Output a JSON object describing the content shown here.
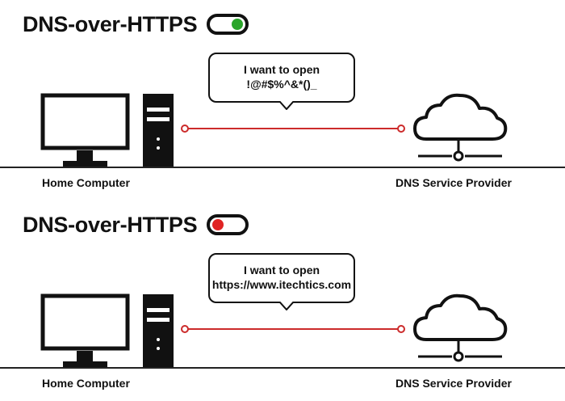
{
  "panels": [
    {
      "title": "DNS-over-HTTPS",
      "toggle_state": "on",
      "toggle_color": "#2aa52a",
      "message_line1": "I want to open",
      "message_line2": "!@#$%^&*()_",
      "left_label": "Home Computer",
      "right_label": "DNS Service Provider",
      "line_color": "#cc2b2b"
    },
    {
      "title": "DNS-over-HTTPS",
      "toggle_state": "off",
      "toggle_color": "#e02424",
      "message_line1": "I want to open",
      "message_line2": "https://www.itechtics.com",
      "left_label": "Home Computer",
      "right_label": "DNS Service Provider",
      "line_color": "#cc2b2b"
    }
  ],
  "icons": {
    "computer": "desktop-computer-icon",
    "server": "cloud-server-icon",
    "toggle": "toggle-switch-icon"
  }
}
